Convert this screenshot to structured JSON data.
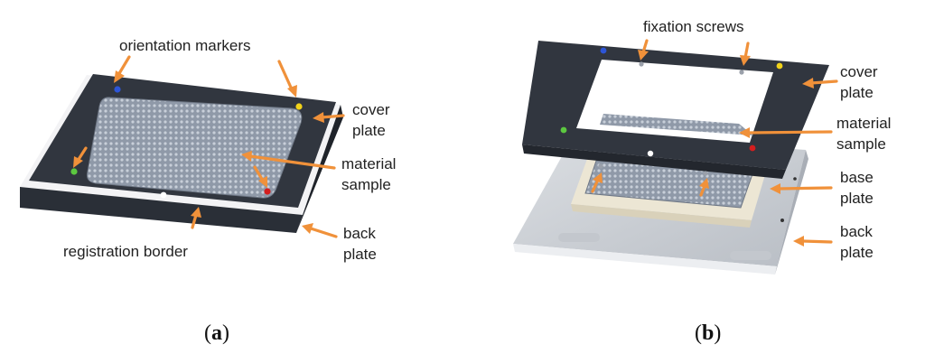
{
  "colors": {
    "arrow": "#f0913a",
    "plate_dark": "#2b3038",
    "plate_top": "#333842",
    "border_light": "#f4f4f6",
    "sample": "#9aa4b2",
    "marker_blue": "#2d55d6",
    "marker_yellow": "#f1d21a",
    "marker_green": "#5cc840",
    "marker_red": "#d41e1e",
    "marker_white": "#ffffff"
  },
  "panel_a": {
    "caption_open": "(",
    "caption_letter": "a",
    "caption_close": ")",
    "labels": {
      "orientation_markers": "orientation markers",
      "cover_plate_1": "cover",
      "cover_plate_2": "plate",
      "material_sample_1": "material",
      "material_sample_2": "sample",
      "registration_border": "registration border",
      "back_plate_1": "back",
      "back_plate_2": "plate"
    }
  },
  "panel_b": {
    "caption_open": "(",
    "caption_letter": "b",
    "caption_close": ")",
    "labels": {
      "fixation_screws": "fixation screws",
      "cover_plate_1": "cover",
      "cover_plate_2": "plate",
      "material_sample_1": "material",
      "material_sample_2": "sample",
      "base_plate_1": "base",
      "base_plate_2": "plate",
      "back_plate_1": "back",
      "back_plate_2": "plate"
    }
  }
}
